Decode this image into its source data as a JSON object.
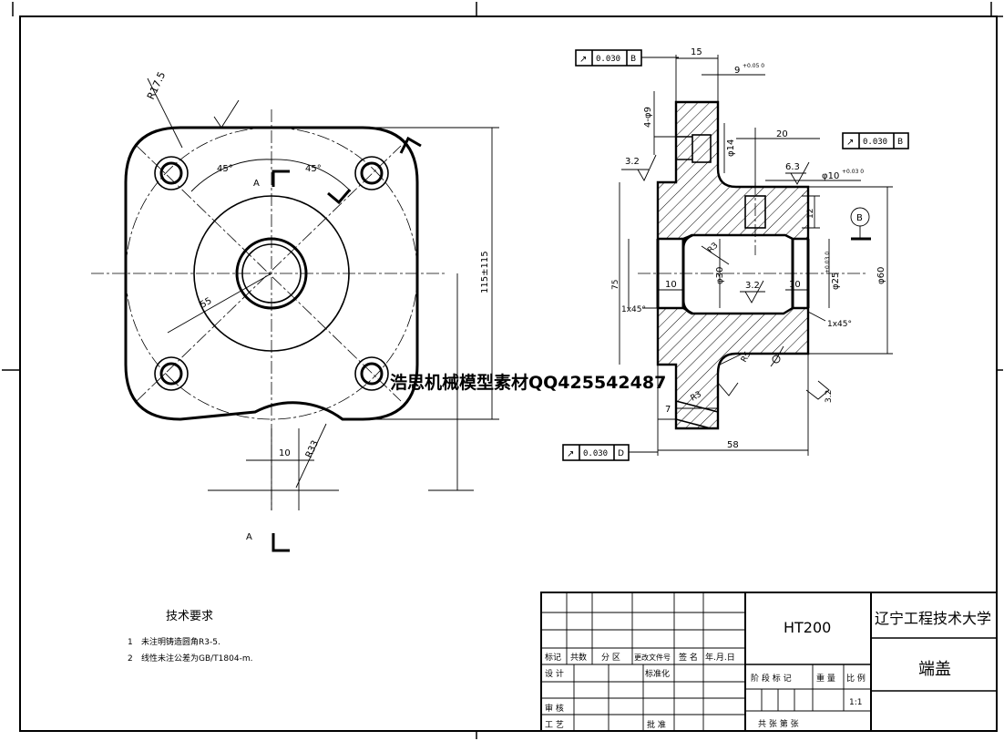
{
  "front_view": {
    "label_r": "R17.5",
    "label_45_left": "45°",
    "label_45_right": "45°",
    "section_mark_top": "A",
    "section_mark_bottom": "A",
    "label_55": "55",
    "label_115": "115±115",
    "label_10": "10",
    "label_r33": "R33"
  },
  "section_view": {
    "dim_15": "15",
    "dim_9": "9",
    "dim_9_tol": "+0.05 0",
    "dim_4phi9": "4-φ9",
    "dim_phi14": "φ14",
    "dim_20": "20",
    "rough_32_top": "3.2",
    "rough_63": "6.3",
    "dim_phi10": "φ10",
    "dim_phi10_tol": "+0.03 0",
    "dim_12": "12",
    "datum_b": "B",
    "dim_75": "75",
    "dim_r3": "R3",
    "dim_10_left": "10",
    "dim_phi30": "φ30",
    "rough_32_mid": "3.2",
    "dim_10_right": "10",
    "dim_phi25": "φ25",
    "dim_phi25_tol": "+0.03 0",
    "dim_phi60": "φ60",
    "chamfer_left": "1x45°",
    "chamfer_right": "1x45°",
    "dim_r5": "R5",
    "dim_7": "7",
    "dim_r3_bottom": "R3",
    "rough_32_right": "3.2",
    "dim_58": "58"
  },
  "tolerance_frames": [
    {
      "symbol": "↗",
      "value": "0.030",
      "datum": "B"
    },
    {
      "symbol": "↗",
      "value": "0.030",
      "datum": "B"
    },
    {
      "symbol": "↗",
      "value": "0.030",
      "datum": "D"
    }
  ],
  "watermark": "浩思机械模型素材QQ425542487",
  "technical_requirements": {
    "title": "技术要求",
    "item1_no": "1",
    "item1": "未注明铸造圆角R3-5.",
    "item2_no": "2",
    "item2": "线性未注公差为GB/T1804-m."
  },
  "title_block": {
    "material": "HT200",
    "school": "辽宁工程技术大学",
    "part_name": "端盖",
    "col_mark": "标记",
    "col_count": "共数",
    "col_zone": "分 区",
    "col_docno": "更改文件号",
    "col_sign": "签 名",
    "col_date": "年.月.日",
    "row_design": "设 计",
    "row_standard": "标准化",
    "row_stage": "阶 段 标 记",
    "row_weight": "重 量",
    "row_scale": "比 例",
    "scale_value": "1:1",
    "row_review": "审 核",
    "row_process": "工 艺",
    "row_approve": "批 准",
    "row_sheets": "共    张   第    张"
  }
}
